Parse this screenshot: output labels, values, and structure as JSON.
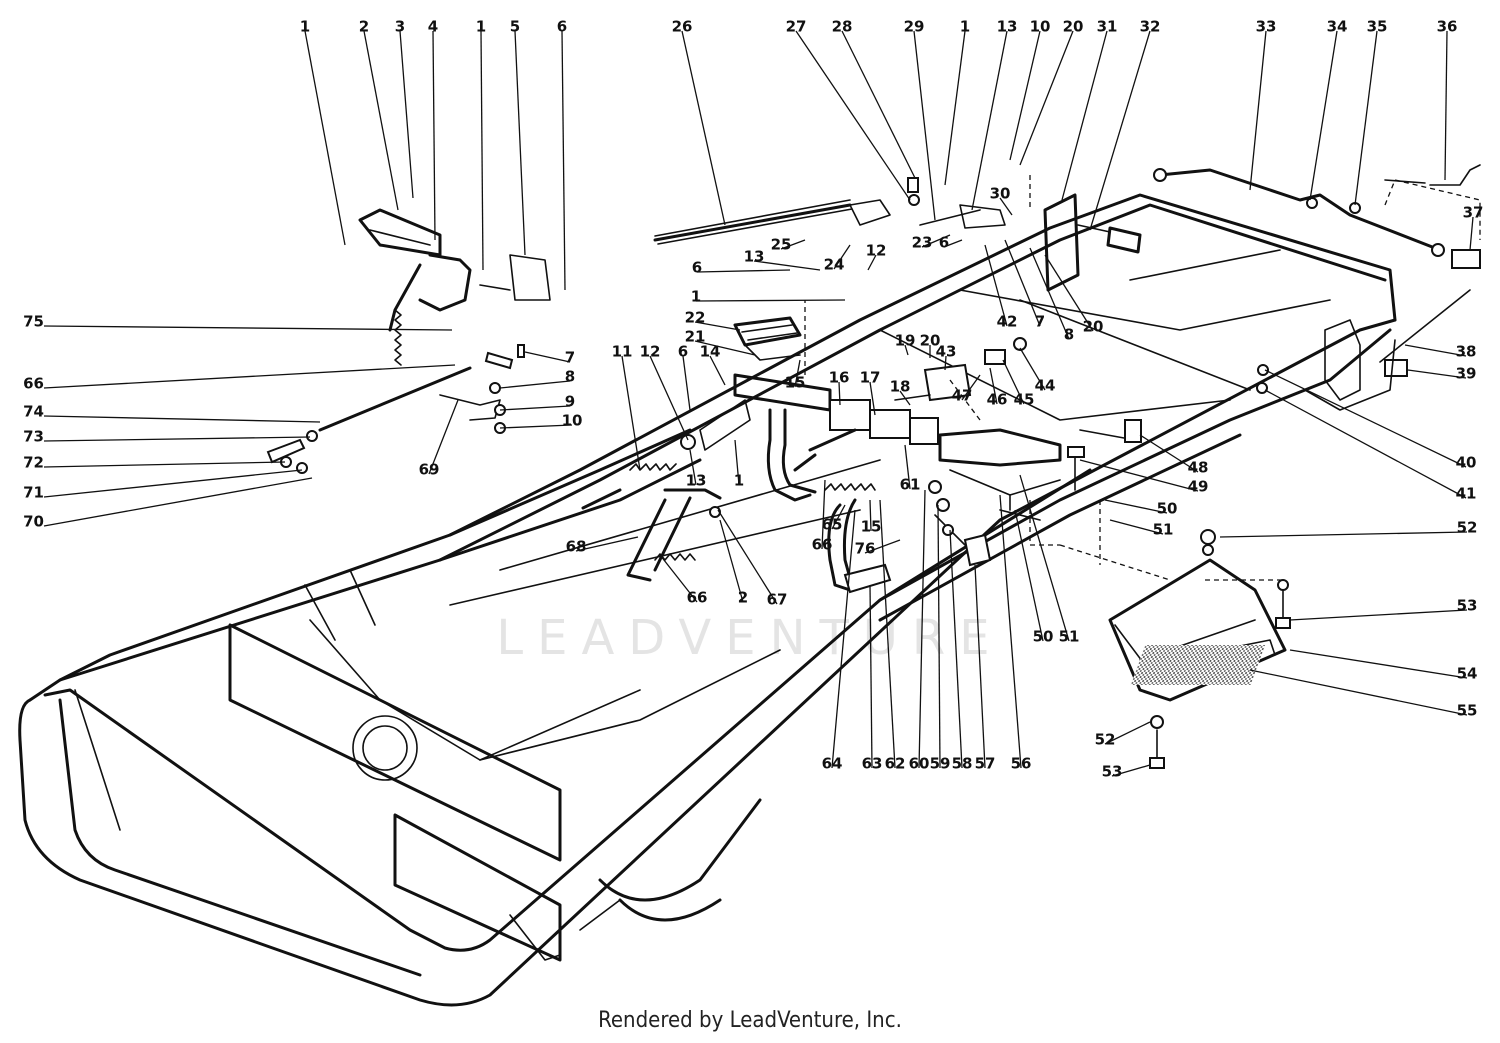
{
  "watermark": "LEADVENTURE",
  "credit": "Rendered by LeadVenture, Inc.",
  "callouts": [
    "1",
    "2",
    "3",
    "4",
    "1",
    "5",
    "6",
    "26",
    "27",
    "28",
    "29",
    "1",
    "13",
    "10",
    "20",
    "31",
    "32",
    "33",
    "34",
    "35",
    "36",
    "37",
    "38",
    "39",
    "40",
    "41",
    "75",
    "66",
    "74",
    "73",
    "72",
    "71",
    "70",
    "7",
    "8",
    "9",
    "10",
    "69",
    "25",
    "24",
    "23",
    "6",
    "13",
    "12",
    "6",
    "1",
    "30",
    "42",
    "7",
    "8",
    "20",
    "22",
    "21",
    "15",
    "19",
    "20",
    "43",
    "18",
    "44",
    "45",
    "46",
    "47",
    "11",
    "12",
    "6",
    "14",
    "13",
    "1",
    "16",
    "17",
    "61",
    "48",
    "49",
    "50",
    "51",
    "52",
    "53",
    "54",
    "55",
    "52",
    "53",
    "68",
    "66",
    "2",
    "67",
    "65",
    "66",
    "15",
    "76",
    "64",
    "63",
    "62",
    "60",
    "59",
    "58",
    "57",
    "56",
    "50",
    "51"
  ]
}
